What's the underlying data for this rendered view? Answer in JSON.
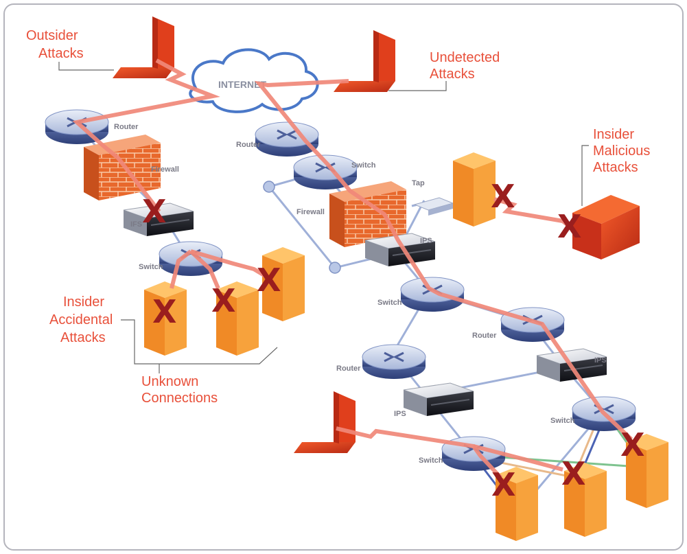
{
  "labels": {
    "internet": "INTERNET",
    "router": "Router",
    "switch": "Switch",
    "firewall": "Firewall",
    "ifs": "IFS",
    "ips": "IPS",
    "tap": "Tap"
  },
  "callouts": {
    "outsider_1": "Outsider",
    "outsider_2": "Attacks",
    "undetected_1": "Undetected",
    "undetected_2": "Attacks",
    "insider_mal_1": "Insider",
    "insider_mal_2": "Malicious",
    "insider_mal_3": "Attacks",
    "insider_acc_1": "Insider",
    "insider_acc_2": "Accidental",
    "insider_acc_3": "Attacks",
    "unknown_1": "Unknown",
    "unknown_2": "Connections"
  },
  "x_mark": "X",
  "colors": {
    "attack_path": "#f08878",
    "callout_text": "#e8503a",
    "x_mark": "#9a1e1e",
    "firewall": "#e86a2a",
    "server": "#f39a3a",
    "network_line": "#9fb0d8"
  }
}
